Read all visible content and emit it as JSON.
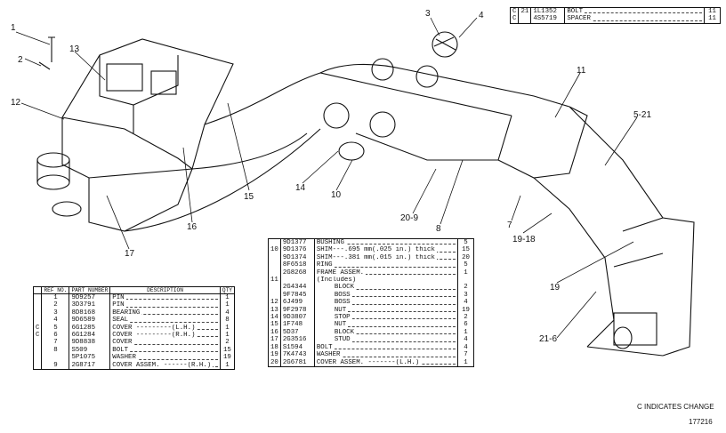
{
  "callouts": [
    "1",
    "2",
    "13",
    "12",
    "3",
    "4",
    "11",
    "5-21",
    "14",
    "10",
    "15",
    "16",
    "17",
    "20-9",
    "8",
    "7",
    "19-18",
    "19",
    "21-6"
  ],
  "left_table": {
    "headers": {
      "ref": "REF NO.",
      "part": "PART NUMBER",
      "desc": "DESCRIPTION",
      "qty": "QTY"
    },
    "rows": [
      {
        "c": "",
        "ref": "1",
        "part": "9D9257",
        "desc": "PIN",
        "qty": "1"
      },
      {
        "c": "",
        "ref": "2",
        "part": "3D3791",
        "desc": "PIN",
        "qty": "1"
      },
      {
        "c": "",
        "ref": "3",
        "part": "8D8168",
        "desc": "BEARING",
        "qty": "4"
      },
      {
        "c": "",
        "ref": "4",
        "part": "9D6589",
        "desc": "SEAL",
        "qty": "8"
      },
      {
        "c": "C",
        "ref": "5",
        "part": "6G1285",
        "desc": "COVER ---------(L.H.)",
        "qty": "1"
      },
      {
        "c": "C",
        "ref": "6",
        "part": "6G1284",
        "desc": "COVER ---------(R.H.)",
        "qty": "1"
      },
      {
        "c": "",
        "ref": "7",
        "part": "9D8838",
        "desc": "COVER",
        "qty": "2"
      },
      {
        "c": "",
        "ref": "8",
        "part": "S509",
        "desc": "BOLT",
        "qty": "15"
      },
      {
        "c": "",
        "ref": "",
        "part": "5P1075",
        "desc": "WASHER",
        "qty": "19"
      },
      {
        "c": "",
        "ref": "9",
        "part": "2G8717",
        "desc": "COVER ASSEM. ------(R.H.)",
        "qty": "1"
      }
    ]
  },
  "mid_table": {
    "rows": [
      {
        "ref": "",
        "part": "9D1377",
        "desc": "BUSHING",
        "qty": "5"
      },
      {
        "ref": "10",
        "part": "9D1376",
        "desc": "SHIM---.695 mm(.025 in.) thick",
        "qty": "15"
      },
      {
        "ref": "",
        "part": "9D1374",
        "desc": "SHIM---.381 mm(.015 in.) thick",
        "qty": "20"
      },
      {
        "ref": "",
        "part": "8F6518",
        "desc": "RING",
        "qty": "5"
      },
      {
        "ref": "",
        "part": "2G8268",
        "desc": "FRAME ASSEM.",
        "qty": "1"
      },
      {
        "ref": "11",
        "part": "",
        "desc": "(Includes)",
        "qty": ""
      },
      {
        "ref": "",
        "part": "2G4344",
        "desc": "BLOCK",
        "qty": "2"
      },
      {
        "ref": "",
        "part": "9F7845",
        "desc": "BOSS",
        "qty": "3"
      },
      {
        "ref": "12",
        "part": "6J499",
        "desc": "BOSS",
        "qty": "4"
      },
      {
        "ref": "13",
        "part": "9F2978",
        "desc": "NUT",
        "qty": "19"
      },
      {
        "ref": "14",
        "part": "9D3807",
        "desc": "STOP",
        "qty": "2"
      },
      {
        "ref": "15",
        "part": "1F748",
        "desc": "NUT",
        "qty": "6"
      },
      {
        "ref": "16",
        "part": "5D37",
        "desc": "BLOCK",
        "qty": "1"
      },
      {
        "ref": "17",
        "part": "2G3516",
        "desc": "STUD",
        "qty": "4"
      },
      {
        "ref": "18",
        "part": "S1594",
        "desc": "BOLT",
        "qty": "4"
      },
      {
        "ref": "19",
        "part": "7K4743",
        "desc": "WASHER",
        "qty": "7"
      },
      {
        "ref": "20",
        "part": "2G6781",
        "desc": "COVER ASSEM. -------(L.H.)",
        "qty": "1"
      }
    ]
  },
  "top_table": {
    "rows": [
      {
        "c": "C",
        "ref": "21",
        "part": "1L1352",
        "desc": "BOLT",
        "qty": "11"
      },
      {
        "c": "C",
        "ref": "",
        "part": "4S5719",
        "desc": "SPACER",
        "qty": "11"
      }
    ]
  },
  "footer": {
    "change_note": "C INDICATES CHANGE",
    "drawing_number": "177216"
  }
}
